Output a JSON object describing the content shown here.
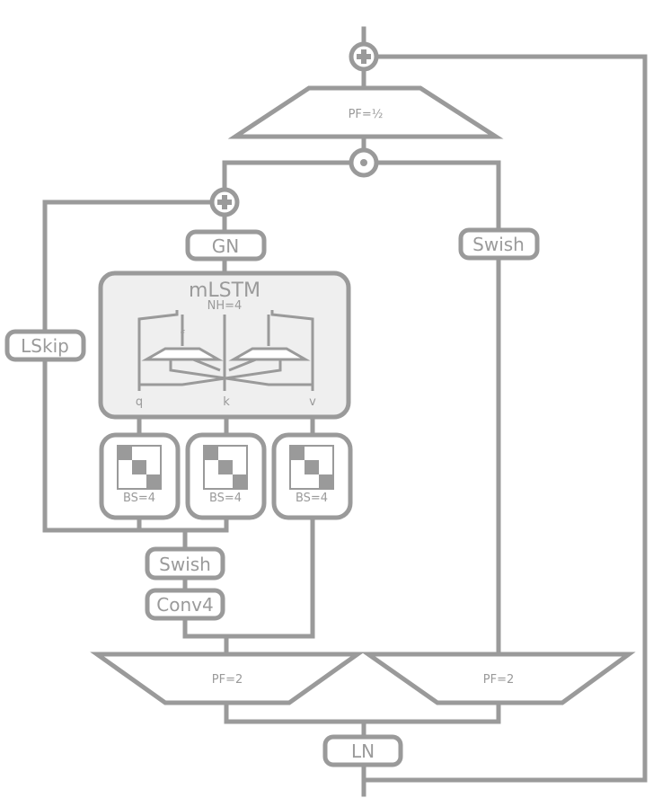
{
  "labels": {
    "pf_top": "PF=½",
    "gn": "GN",
    "swish_right": "Swish",
    "mlstm_title": "mLSTM",
    "mlstm_heads": "NH=4",
    "gate_f": "f",
    "gate_i": "i",
    "q": "q",
    "k": "k",
    "v": "v",
    "bs_q": "BS=4",
    "bs_k": "BS=4",
    "bs_v": "BS=4",
    "lskip": "LSkip",
    "swish_left": "Swish",
    "conv4": "Conv4",
    "pf_left": "PF=2",
    "pf_right": "PF=2",
    "ln": "LN"
  },
  "colors": {
    "stroke": "#9a9a9a",
    "mlstm_fill": "#efefef"
  }
}
